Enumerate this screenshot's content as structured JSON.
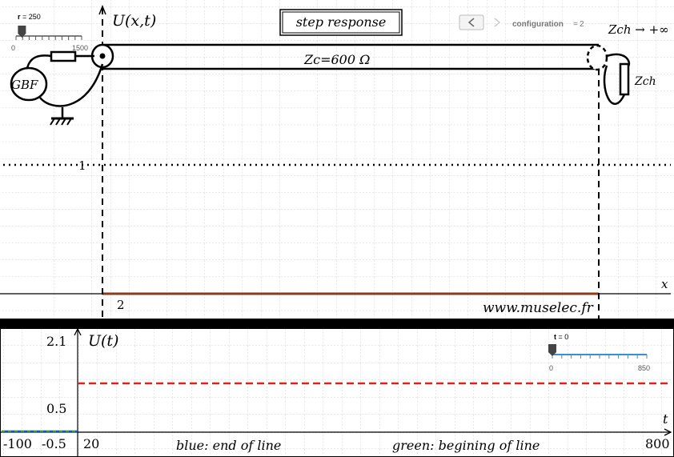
{
  "top_panel": {
    "r_slider": {
      "label": "r",
      "value": "250",
      "min_label": "0",
      "max_label": "1500",
      "fraction": 0.09
    },
    "y_axis_label": "U(x,t)",
    "x_axis_label": "x",
    "y_tick_1": "1",
    "x_tick_2": "2",
    "step_button_label": "step response",
    "nav_prev_icon": "chevron-left-icon",
    "nav_next_icon": "chevron-right-icon",
    "configuration_label": "configuration",
    "configuration_value": "2",
    "zch_infinity_label": "Zch → +∞",
    "zch_label": "Zch",
    "impedance_label": "Zc=600 Ω",
    "generator_label": "GBF",
    "website_label": "www.muselec.fr"
  },
  "bottom_panel": {
    "y_axis_label": "U(t)",
    "t_axis_label": "t",
    "y_ticks": [
      "2.1",
      "0.5",
      "-0.5"
    ],
    "x_ticks": [
      "-100",
      "20",
      "800"
    ],
    "t_slider": {
      "label": "t",
      "value": "0",
      "min_label": "0",
      "max_label": "850",
      "fraction": 0.0
    },
    "legend_blue": "blue: end of line",
    "legend_green": "green: begining of line"
  },
  "colors": {
    "grid": "#d0d0d0",
    "line_brown": "#8b3a1a",
    "dashed_red": "#e02020",
    "blue": "#1f4fbf",
    "green": "#2e9e2e",
    "slider_blue": "#3a8fd0"
  }
}
